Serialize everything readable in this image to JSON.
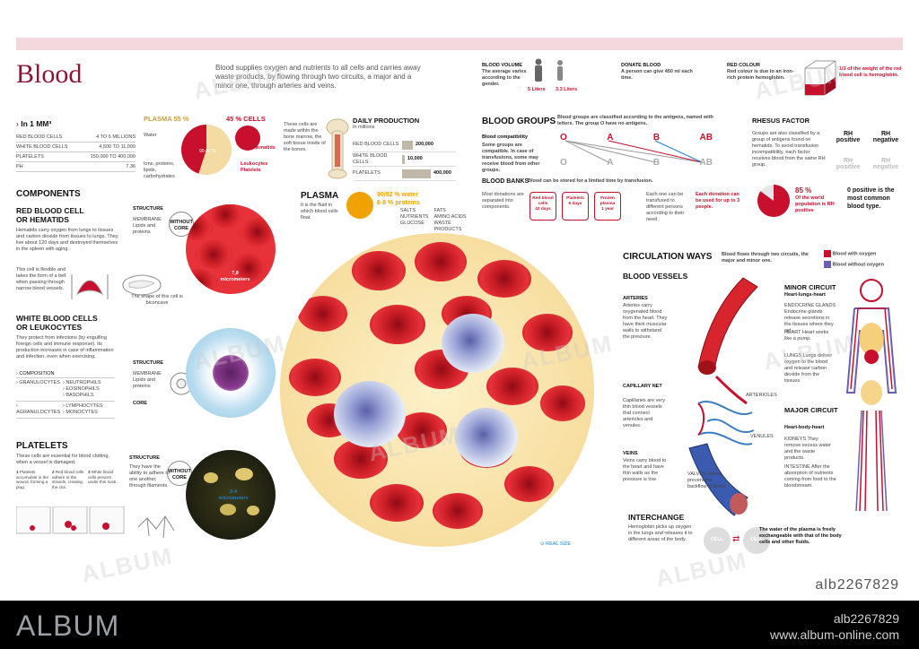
{
  "title": "Blood",
  "intro": "Blood supplies oxygen and nutrients to all cells and carries away waste products, by flowing through two circuits, a major and a minor one, through arteries and veins.",
  "blood_volume": {
    "title": "BLOOD VOLUME",
    "text": "The average varies according to the gender.",
    "male": "5 Liters",
    "female": "3.3 Liters"
  },
  "donate": {
    "title": "DONATE BLOOD",
    "text": "A person can give 450 ml each time."
  },
  "red_colour": {
    "title": "RED COLOUR",
    "text": "Red colour is due to an iron-rich protein hemoglobin.",
    "note": "1/3 of the weight of the red blood cell is hemoglobin."
  },
  "mm3": {
    "title": "In 1 MM³",
    "rows": [
      {
        "label": "RED BLOOD CELLS",
        "value": "4 TO 6 MILLIONS"
      },
      {
        "label": "WHITE BLOOD CELLS",
        "value": "4,500 TO 11,000"
      },
      {
        "label": "PLATELETS",
        "value": "150,000 TO 400,000"
      },
      {
        "label": "PH",
        "value": "7.36"
      }
    ]
  },
  "composition": {
    "plasma_label": "PLASMA",
    "plasma_pct": "55 %",
    "cells_pct": "45 % CELLS",
    "water": "Water",
    "water_pct": "90-92 %",
    "others": "Ions, proteins, lipids, carbohydrates",
    "hematids": "99 % Hematids",
    "leuko": "Leukocytes Platelets",
    "plasma_fraction": 0.55
  },
  "marrow_note": "These cells are made within the bone marrow, the soft tissue inside of the bones.",
  "daily": {
    "title": "DAILY PRODUCTION",
    "subtitle": "In millions",
    "rows": [
      {
        "label": "RED BLOOD CELLS",
        "value": "200,000"
      },
      {
        "label": "WHITE BLOOD CELLS",
        "value": "10,000"
      },
      {
        "label": "PLATELETS",
        "value": "400,000"
      }
    ]
  },
  "plasma": {
    "title": "PLASMA",
    "text": "It is the fluid in which blood cells float.",
    "water": "90/92 % water",
    "proteins": "6-8 % proteins",
    "items": [
      "SALTS",
      "NUTRIENTS",
      "GLUCOSE",
      "FATS",
      "AMINO ACIDS",
      "WASTE PRODUCTS"
    ]
  },
  "components": {
    "title": "COMPONENTS"
  },
  "rbc": {
    "title1": "RED BLOOD CELL",
    "title2": "OR HEMATIDS",
    "text": "Hematids carry oxygen from lungs to tissues and carbon dioxide from tissues to lungs. They live about 120 days and destroyed themselves in the spleen with aging.",
    "flex": "This cell is flexible and takes the form of a bell when passing through narrow blood vessels.",
    "shape": "The shape of this cell is biconcave",
    "structure": "STRUCTURE",
    "membrane": "MEMBRANE Lipids and proteins",
    "without_core": "WITHOUT CORE",
    "size": "7,8 micrometers"
  },
  "wbc": {
    "title1": "WHITE BLOOD CELLS",
    "title2": "OR LEUKOCYTES",
    "text": "They protect from infections (by engulfing foreign cells and immune response). Its production increases in case of inflammation and infection, even when exercising.",
    "composition": "COMPOSITION",
    "granulo": "GRANULOCYTES",
    "agranulo": "AGRANULOCYTES",
    "types": [
      "NEUTROPHILS",
      "EOSINOPHILS",
      "BASOPHILS",
      "LYMPHOCYTES",
      "MONOCYTES"
    ],
    "structure": "STRUCTURE",
    "membrane": "MEMBRANE Lipids and proteins",
    "core": "CORE"
  },
  "platelets": {
    "title": "PLATELETS",
    "text": "These cells are essential for blood clotting, when a vessel is damaged.",
    "steps": [
      "Platelets accumulate in the wound, forming a plug.",
      "Red blood cells adhere to the strands, creating the clot.",
      "White blood cells prevent under this scab."
    ],
    "structure": "STRUCTURE",
    "note": "They have the ability to adhere to one another, through filaments.",
    "without_core": "WITHOUT CORE",
    "size": "2-4 micrometers"
  },
  "real_size": "REAL SIZE",
  "groups": {
    "title": "BLOOD GROUPS",
    "text": "Blood groups are classified according to the antigens, named with letters. The group O have no antigens.",
    "compat_title": "Blood compatibility",
    "compat_text": "Some groups are compatible. In case of transfusions, some may receive blood from other groups.",
    "labels": [
      "O",
      "A",
      "B",
      "AB"
    ]
  },
  "rhesus": {
    "title": "RHESUS FACTOR",
    "text": "Groups are also classified by a group of antigens found on hematids. To avoid transfusion incompatibility, each factor receives blood from the same RH group.",
    "pos": "RH positive",
    "neg": "RH negative",
    "pct": "85 %",
    "pct_text": "Of the world population is RH positive",
    "pct_fraction": 0.85,
    "o_pos": "0 positive is the most common blood type."
  },
  "banks": {
    "title": "BLOOD BANKS",
    "subtitle": "Blood can be stored for a limited time by transfusion.",
    "text": "Most donations are separated into components.",
    "items": [
      {
        "name": "Red blood cells",
        "time": "42 days"
      },
      {
        "name": "Platelets",
        "time": "5 days"
      },
      {
        "name": "Frozen plasma",
        "time": "1 year"
      }
    ],
    "each": "Each one can be transfused to different persons according to their need.",
    "donation": "Each donation can be used for up to 3 people."
  },
  "circulation": {
    "title": "CIRCULATION WAYS",
    "text": "Blood flows through two circuits, the major and minor one.",
    "with_o2": "Blood with oxygen",
    "without_o2": "Blood without oxygen",
    "color_with": "#c8102e",
    "color_without": "#6a5fb3"
  },
  "vessels": {
    "title": "BLOOD VESSELS",
    "arteries_t": "ARTERIES",
    "arteries": "Arteries carry oxygenated blood from the heart. They have thick muscular walls to withstand the pressure.",
    "capillary_t": "CAPILLARY NET",
    "capillary": "Capillaries are very thin blood vessels that connect arterioles and venules.",
    "veins_t": "VEINS",
    "veins": "Veins carry blood to the heart and have thin walls as the pressure is low.",
    "arterioles": "ARTERIOLES",
    "venules": "VENULES",
    "valves": "VALVES Valves prevent the backflow of blood."
  },
  "interchange": {
    "title": "INTERCHANGE",
    "text": "Hemoglobin picks up oxygen in the lungs and releases it to different areas of the body.",
    "cell": "CELL"
  },
  "minor": {
    "title": "MINOR CIRCUIT",
    "subtitle": "Heart-lungs-heart",
    "endocrine": "ENDOCRINE GLANDS Endocrine glands release secretions in the tissues where they act.",
    "heart": "HEART Heart works like a pump.",
    "lungs": "LUNGS Lungs deliver oxygen to the blood and release carbon dioxide from the tissues."
  },
  "major": {
    "title": "MAJOR CIRCUIT",
    "subtitle": "Heart-body-heart",
    "kidneys": "KIDNEYS They remove excess water and the waste products.",
    "intestine": "INTESTINE After the absorption of nutrients coming from food to the bloodstream."
  },
  "plasma_note": "The water of the plasma is freely exchangeable with that of the body cells and other fluids.",
  "watermark": "ALBUM",
  "image_id": "alb2267829",
  "footer": {
    "logo": "ALBUM",
    "id": "alb2267829",
    "url": "www.album-online.com"
  }
}
